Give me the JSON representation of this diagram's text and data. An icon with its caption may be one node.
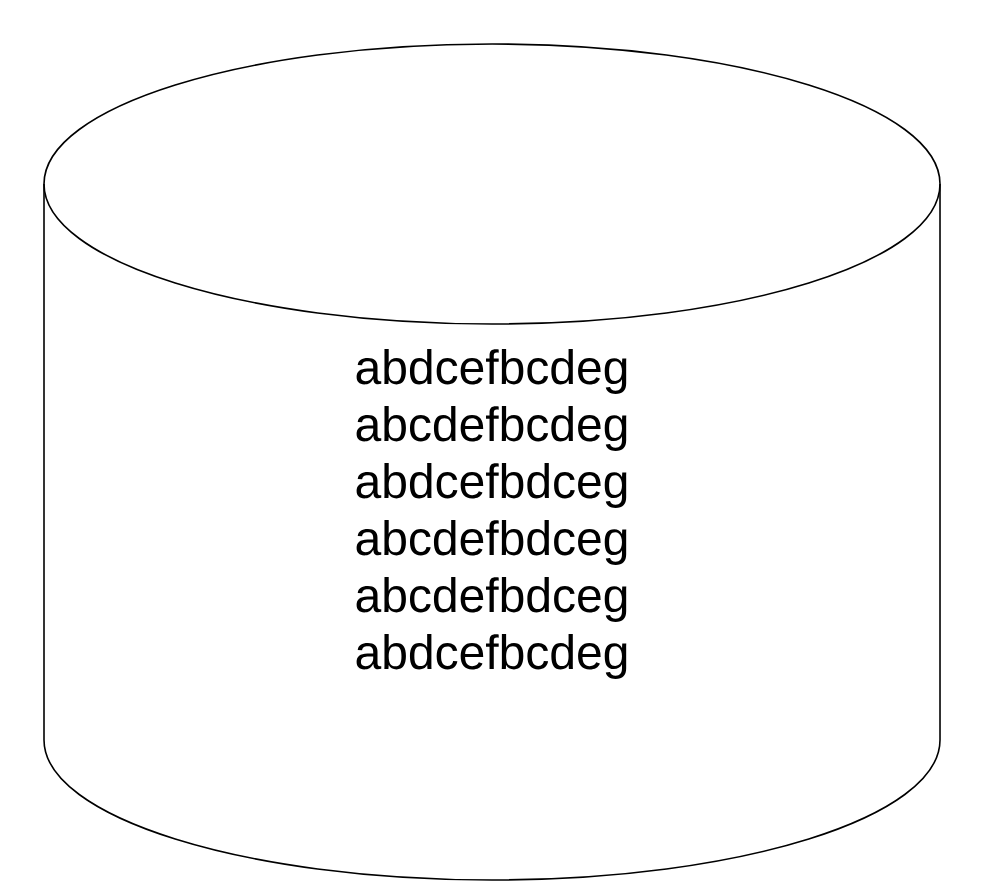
{
  "diagram": {
    "nodes": [
      {
        "text": [
          "abdcefbcdeg",
          "abcdefbcdeg",
          "abdcefbdceg",
          "abcdefbdceg",
          "abcdefbdceg",
          "abdcefbcdeg"
        ]
      }
    ]
  }
}
